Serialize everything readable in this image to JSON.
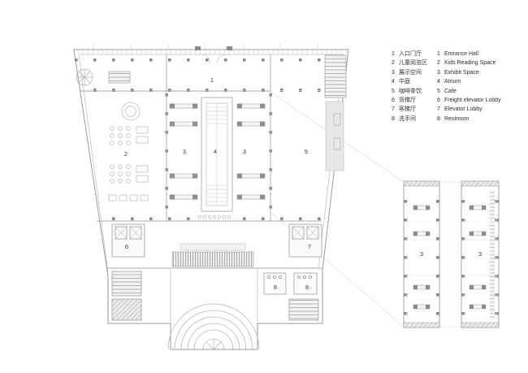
{
  "colors": {
    "line": "#9b9b9b",
    "line_light": "#c4c4c4",
    "column_fill": "#8a8a8a",
    "text": "#3b3b3b",
    "background": "#ffffff"
  },
  "legend": {
    "items": [
      {
        "num": "1",
        "zh": "入口门厅",
        "en": "Entrance Hall"
      },
      {
        "num": "2",
        "zh": "儿童阅览区",
        "en": "Kids Reading Space"
      },
      {
        "num": "3",
        "zh": "展示空间",
        "en": "Exhibit Space"
      },
      {
        "num": "4",
        "zh": "中庭",
        "en": "Atrium"
      },
      {
        "num": "5",
        "zh": "咖啡茶饮",
        "en": "Cafe"
      },
      {
        "num": "6",
        "zh": "货梯厅",
        "en": "Freight elevator Lobby"
      },
      {
        "num": "7",
        "zh": "客梯厅",
        "en": "Elevator Lobby"
      },
      {
        "num": "8",
        "zh": "洗手间",
        "en": "Restroom"
      }
    ]
  },
  "plan_labels": {
    "entrance_hall": "1",
    "kids_reading": "2",
    "exhibit_left": "3",
    "atrium": "4",
    "exhibit_right": "3",
    "cafe": "5",
    "freight_elevator_lobby": "6",
    "elevator_lobby": "7",
    "restroom_left": "8",
    "restroom_right": "8"
  },
  "detail_labels": {
    "detail_left": "3",
    "detail_right": "3"
  }
}
